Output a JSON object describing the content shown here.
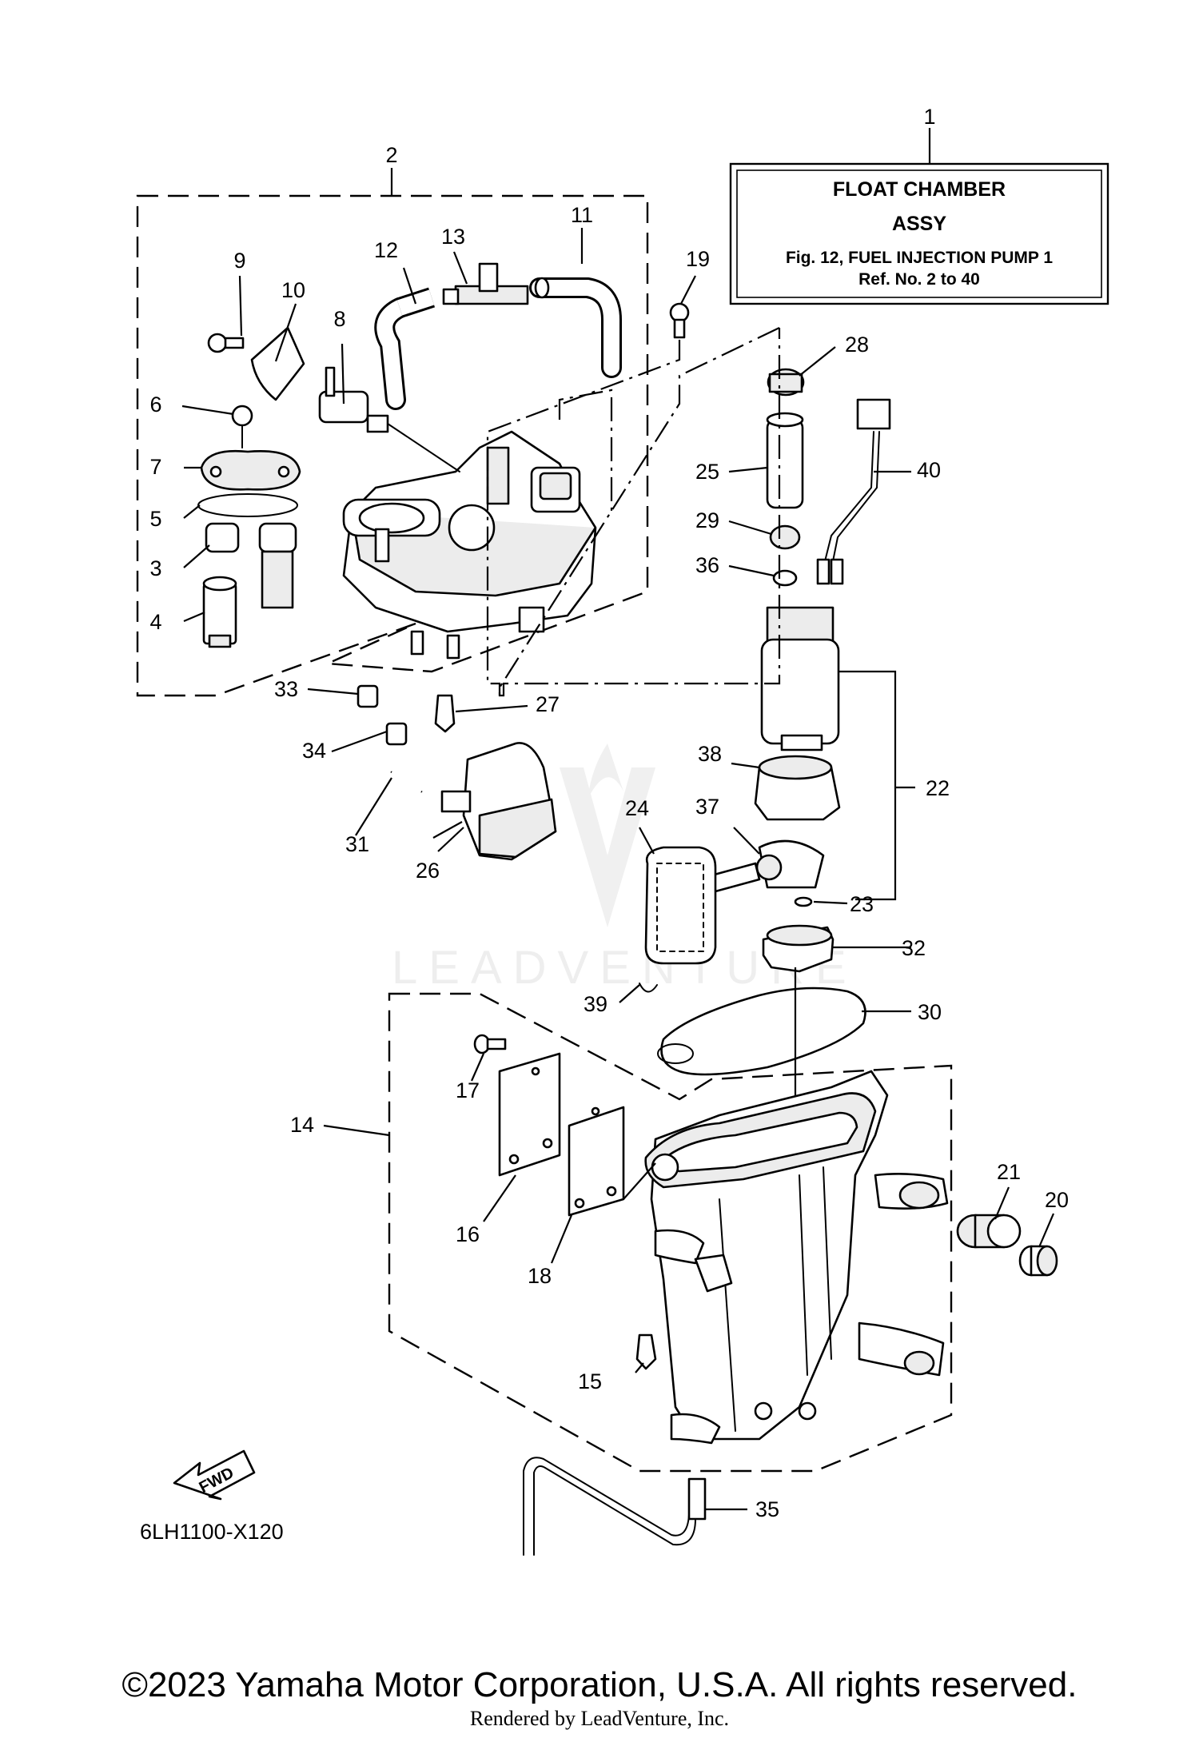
{
  "info_box": {
    "title_line1": "FLOAT CHAMBER",
    "title_line2": "ASSY",
    "ref_line1": "Fig. 12, FUEL INJECTION PUMP 1",
    "ref_line2": "Ref. No. 2 to 40"
  },
  "callouts": {
    "c1": "1",
    "c2": "2",
    "c3": "3",
    "c4": "4",
    "c5": "5",
    "c6": "6",
    "c7": "7",
    "c8": "8",
    "c9": "9",
    "c10": "10",
    "c11": "11",
    "c12": "12",
    "c13": "13",
    "c14": "14",
    "c15": "15",
    "c16": "16",
    "c17": "17",
    "c18": "18",
    "c19": "19",
    "c20": "20",
    "c21": "21",
    "c22": "22",
    "c23": "23",
    "c24": "24",
    "c25": "25",
    "c26": "26",
    "c27": "27",
    "c28": "28",
    "c29": "29",
    "c30": "30",
    "c31": "31",
    "c32": "32",
    "c33": "33",
    "c34": "34",
    "c35": "35",
    "c36": "36",
    "c37": "37",
    "c38": "38",
    "c39": "39",
    "c40": "40"
  },
  "fwd_label": "FWD",
  "diagram_code": "6LH1100-X120",
  "watermark": "LEADVENTURE",
  "copyright": "©2023 Yamaha Motor Corporation, U.S.A. All rights reserved.",
  "rendered_by": "Rendered by LeadVenture, Inc."
}
